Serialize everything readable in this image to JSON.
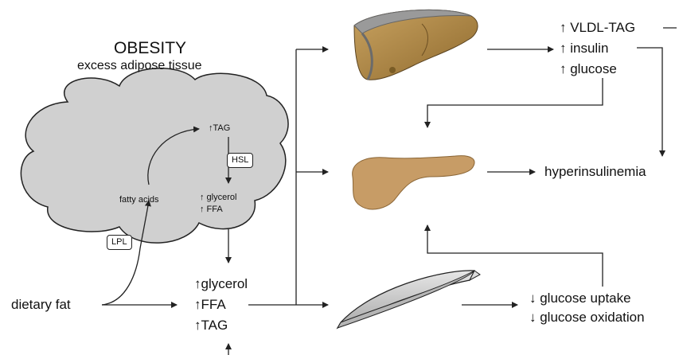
{
  "obesity": {
    "title": "OBESITY",
    "subtitle": "excess adipose tissue"
  },
  "adipocyte": {
    "tag": "↑TAG",
    "hsl": "HSL",
    "glycerol": "↑ glycerol",
    "ffa": "↑ FFA",
    "fatty_acids": "fatty acids",
    "lpl": "LPL"
  },
  "dietary_fat": "dietary fat",
  "plasma": {
    "glycerol": "↑glycerol",
    "ffa": "↑FFA",
    "tag": "↑TAG"
  },
  "liver_outputs": {
    "vldl": "↑ VLDL-TAG",
    "insulin": "↑ insulin",
    "glucose": "↑ glucose"
  },
  "pancreas_output": "hyperinsulinemia",
  "muscle_outputs": {
    "uptake": "↓ glucose uptake",
    "oxidation": "↓ glucose oxidation"
  },
  "colors": {
    "adipose_fill": "#d0d0d0",
    "organ_fill": "#b0894a",
    "pancreas_fill": "#c79c66",
    "muscle_fill": "#c8c8c8",
    "stroke": "#222222"
  }
}
